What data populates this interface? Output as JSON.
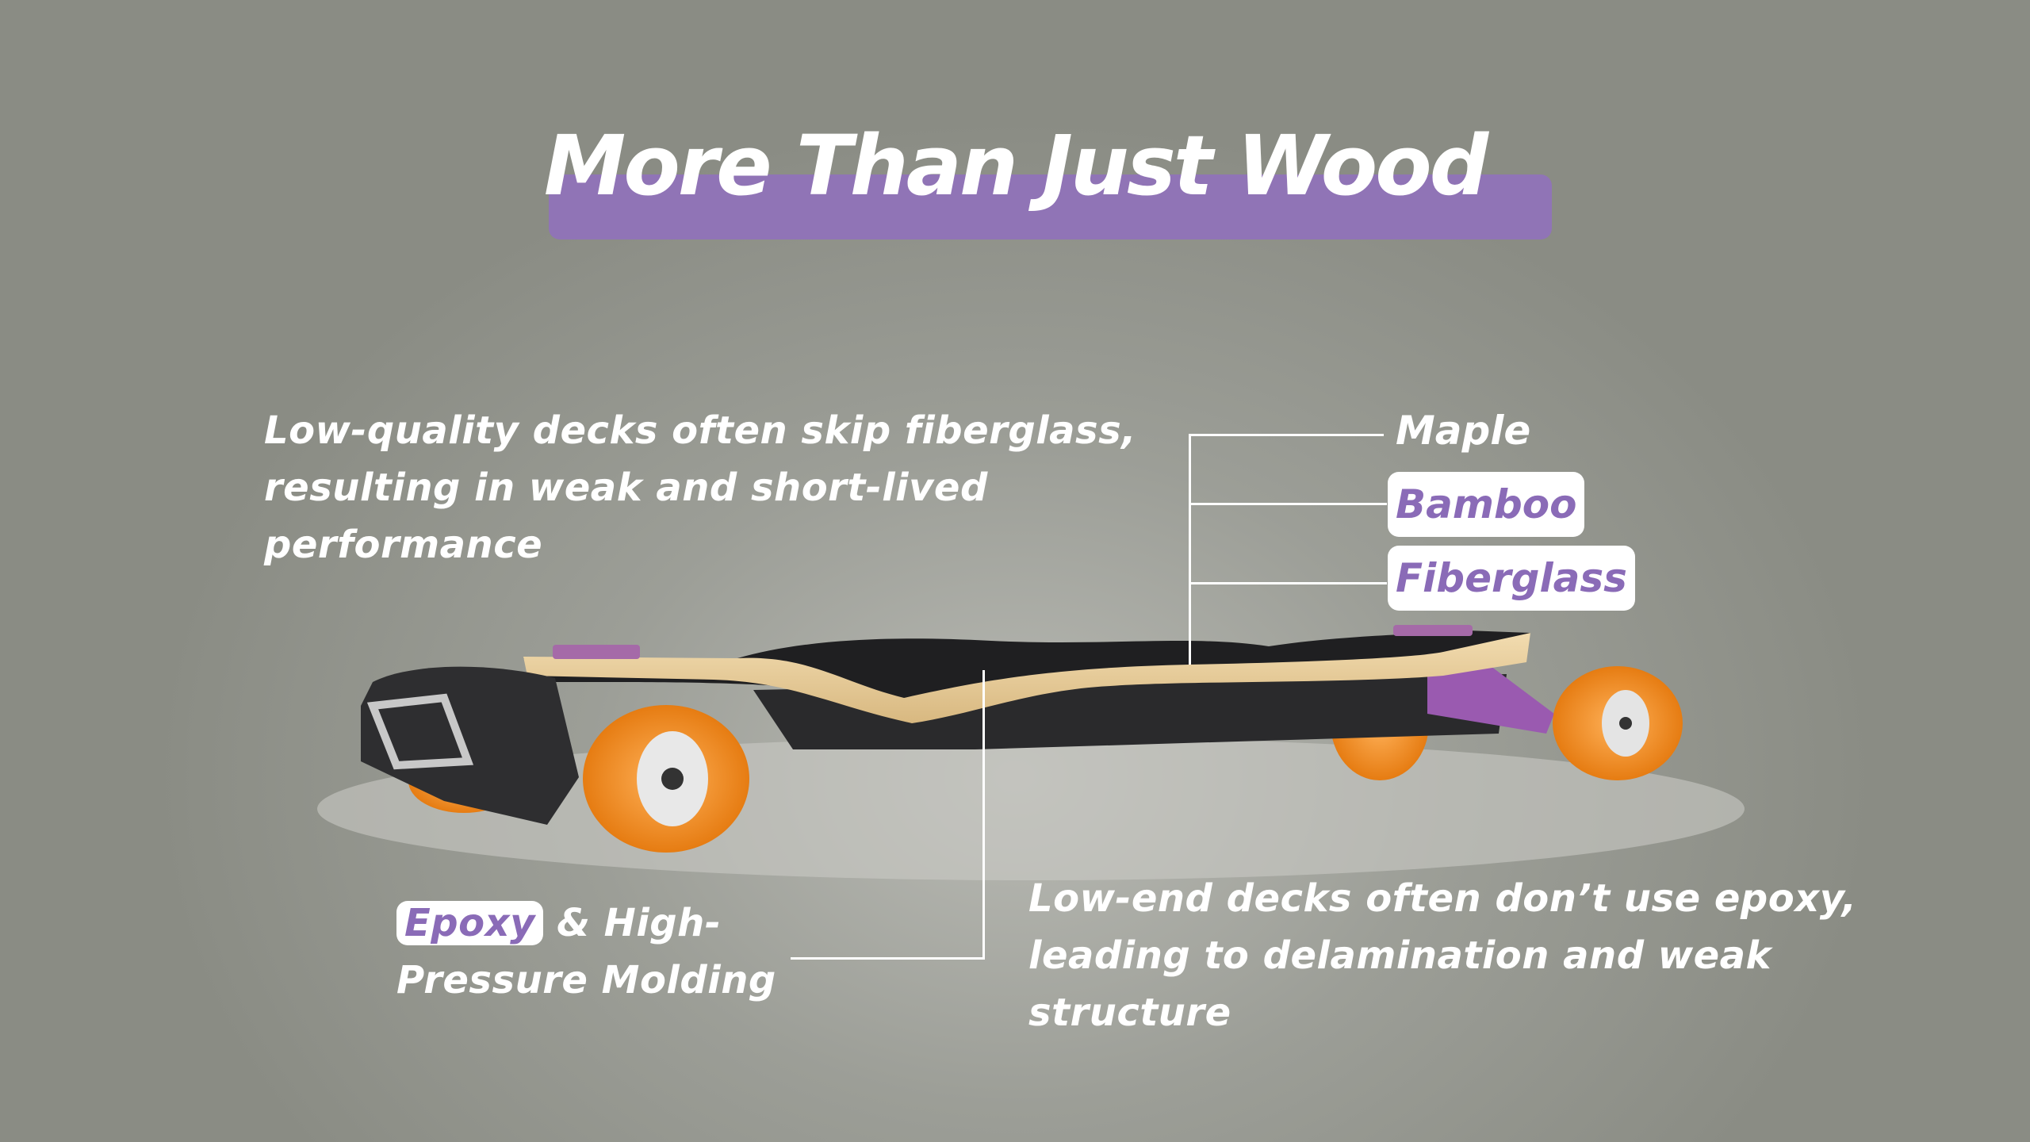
{
  "title": "More Than Just Wood",
  "left_note": "Low-quality decks often skip fiberglass, resulting in weak and short-lived performance",
  "layers": {
    "maple": "Maple",
    "bamboo": "Bamboo",
    "fiberglass": "Fiberglass"
  },
  "epoxy": {
    "highlight": "Epoxy",
    "rest": " & High-Pressure Molding"
  },
  "right_note": "Low-end decks often don’t use epoxy, leading to delamination and weak structure",
  "colors": {
    "background": "#8a8c84",
    "accent_purple": "#9074b6",
    "wheel_orange": "#f08a1e"
  }
}
